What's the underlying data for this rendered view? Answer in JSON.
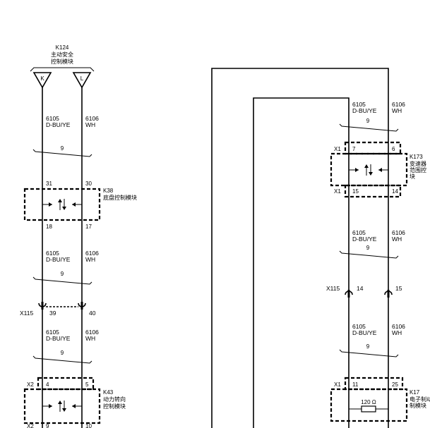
{
  "module_k124": {
    "id": "K124",
    "name_line1": "主动安全",
    "name_line2": "控制模块",
    "pin_k": "K",
    "pin_l": "L"
  },
  "left_wires": {
    "w1_circuit": "6105",
    "w1_color": "D-BU/YE",
    "w2_circuit": "6106",
    "w2_color": "WH",
    "twist": "9"
  },
  "module_k38": {
    "id": "K38",
    "name": "底盘控制模块",
    "pin_in_1": "31",
    "pin_in_2": "30",
    "pin_out_1": "18",
    "pin_out_2": "17"
  },
  "connector_x115_left": {
    "id": "X115",
    "pin_1": "39",
    "pin_2": "40"
  },
  "module_k43": {
    "id": "K43",
    "name_line1": "动力转向",
    "name_line2": "控制模块",
    "connector_top": "X2",
    "connector_bottom": "X2",
    "pin_in_1": "4",
    "pin_in_2": "5",
    "pin_out_1": "9",
    "pin_out_2": "10"
  },
  "module_k173": {
    "id": "K173",
    "name_line1": "变速器",
    "name_line2": "范围控",
    "name_line3": "块",
    "connector_top": "X1",
    "connector_bottom": "X1",
    "pin_in_1": "7",
    "pin_in_2": "6",
    "pin_out_1": "15",
    "pin_out_2": "14"
  },
  "connector_x115_right": {
    "id": "X115",
    "pin_1": "14",
    "pin_2": "15"
  },
  "module_k17": {
    "id": "K17",
    "name_line1": "电子制动",
    "name_line2": "制模块",
    "connector": "X1",
    "pin_1": "11",
    "pin_2": "25",
    "resistor": "120 Ω"
  }
}
